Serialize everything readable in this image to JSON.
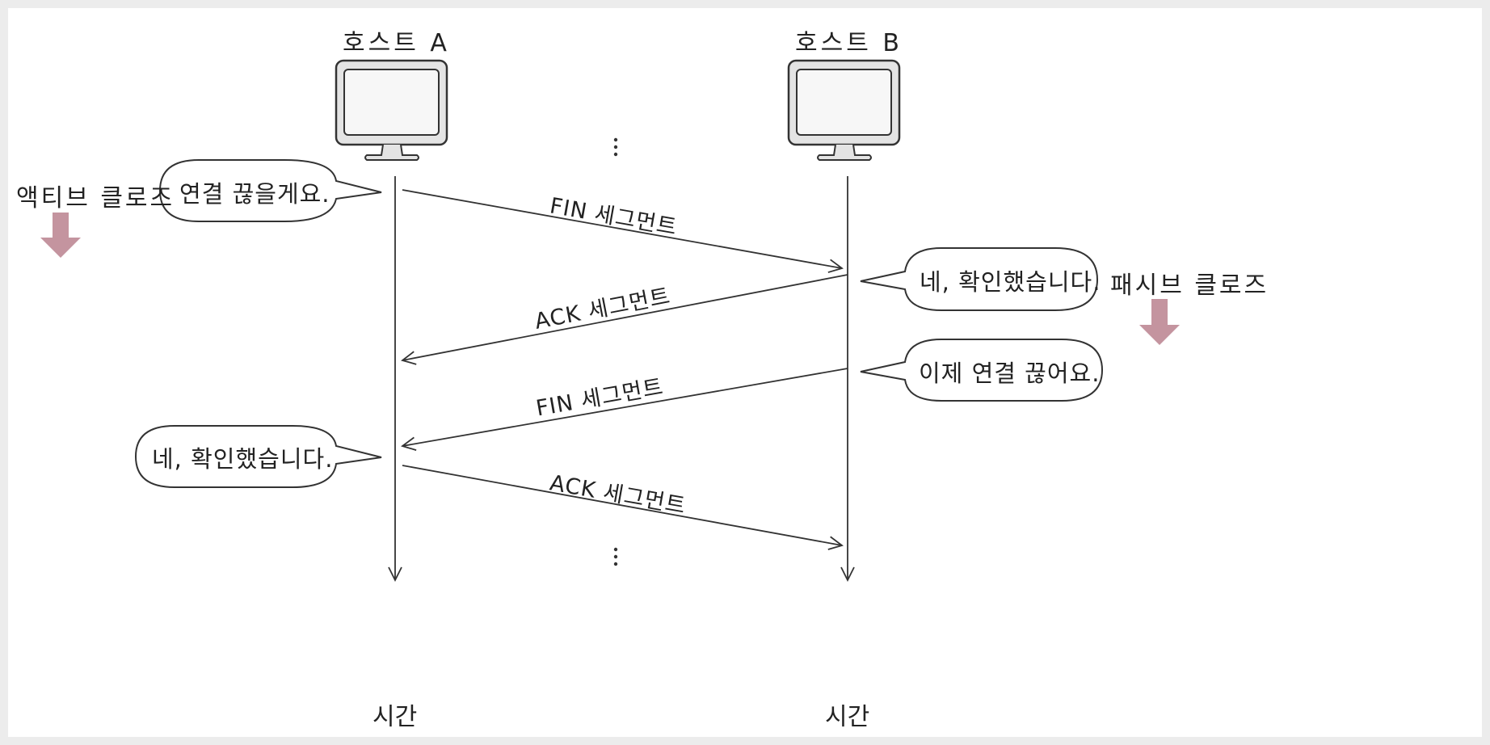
{
  "hosts": {
    "a_label": "호스트 A",
    "b_label": "호스트 B",
    "time_label": "시간"
  },
  "states": {
    "active_close": "액티브 클로즈",
    "passive_close": "패시브 클로즈"
  },
  "bubbles": {
    "a_close": "연결 끊을게요.",
    "b_ack": "네, 확인했습니다.",
    "b_close": "이제 연결 끊어요.",
    "a_ack": "네, 확인했습니다."
  },
  "segments": {
    "fin1": "FIN 세그먼트",
    "ack1": "ACK 세그먼트",
    "fin2": "FIN 세그먼트",
    "ack2": "ACK 세그먼트"
  },
  "colors": {
    "arrow_accent": "#c4949f",
    "line": "#333333",
    "monitor_screen": "#f2f2f2",
    "monitor_body": "#e4e4e4"
  }
}
